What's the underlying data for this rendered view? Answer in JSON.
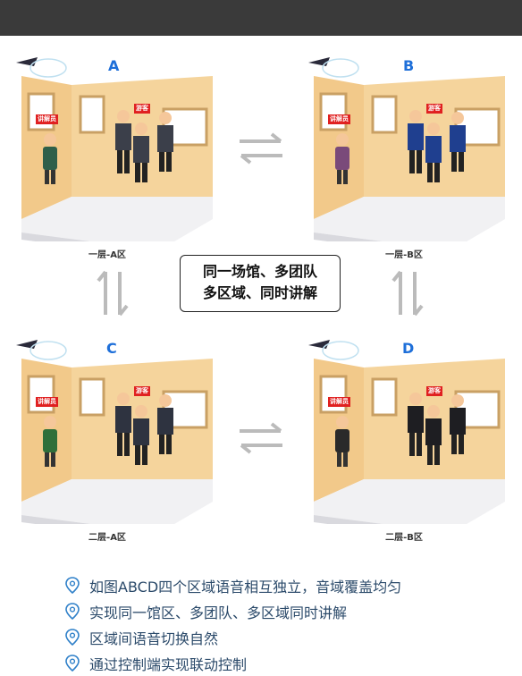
{
  "rooms": [
    {
      "letter": "A",
      "floor": "一层-A区",
      "guide_tag": "讲解员",
      "visitor_tag": "游客",
      "suit_color": "#3b3f4a",
      "tie_color": "#e0b020"
    },
    {
      "letter": "B",
      "floor": "一层-B区",
      "guide_tag": "讲解员",
      "visitor_tag": "游客",
      "suit_color": "#1f3f8f",
      "tie_color": "#d02020"
    },
    {
      "letter": "C",
      "floor": "二层-A区",
      "guide_tag": "讲解员",
      "visitor_tag": "游客",
      "suit_color": "#2e3340",
      "tie_color": "#d02020"
    },
    {
      "letter": "D",
      "floor": "二层-B区",
      "guide_tag": "讲解员",
      "visitor_tag": "游客",
      "suit_color": "#1e1e22",
      "tie_color": "#d02020"
    }
  ],
  "center": {
    "line1": "同一场馆、多团队",
    "line2": "多区域、同时讲解"
  },
  "features": [
    "如图ABCD四个区域语音相互独立，音域覆盖均匀",
    "实现同一馆区、多团队、多区域同时讲解",
    "区域间语音切换自然",
    "通过控制端实现联动控制"
  ],
  "colors": {
    "wall": "#f2c98a",
    "floor": "#f1f1f3",
    "accent": "#1e6fd9",
    "tag": "#e02020",
    "pin": "#2f80c9"
  }
}
